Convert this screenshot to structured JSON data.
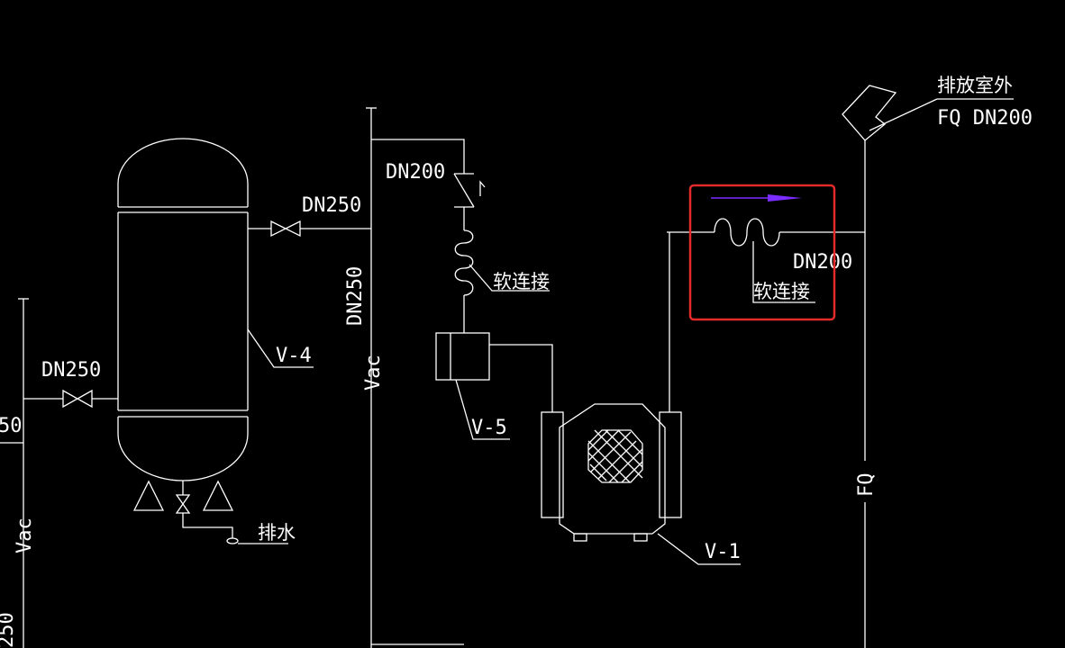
{
  "labels": {
    "dn250_top": "DN250",
    "dn250_left": "DN250",
    "dn250_vertical": "DN250",
    "dn200_top": "DN200",
    "dn200_right": "DN200",
    "v4": "V-4",
    "v5": "V-5",
    "v1": "V-1",
    "vac_center": "Vac",
    "vac_left": "Vac",
    "fq_vertical": "FQ",
    "flex_joint_upper": "软连接",
    "flex_joint_box": "软连接",
    "drain": "排水",
    "vent_outdoor": "排放室外",
    "fq_dn200": "FQ DN200",
    "left_edge_top": "50",
    "left_edge_bottom": "250"
  },
  "colors": {
    "background": "#000000",
    "lines": "#ffffff",
    "highlight": "#e32b2b",
    "arrow": "#7b2cff"
  }
}
